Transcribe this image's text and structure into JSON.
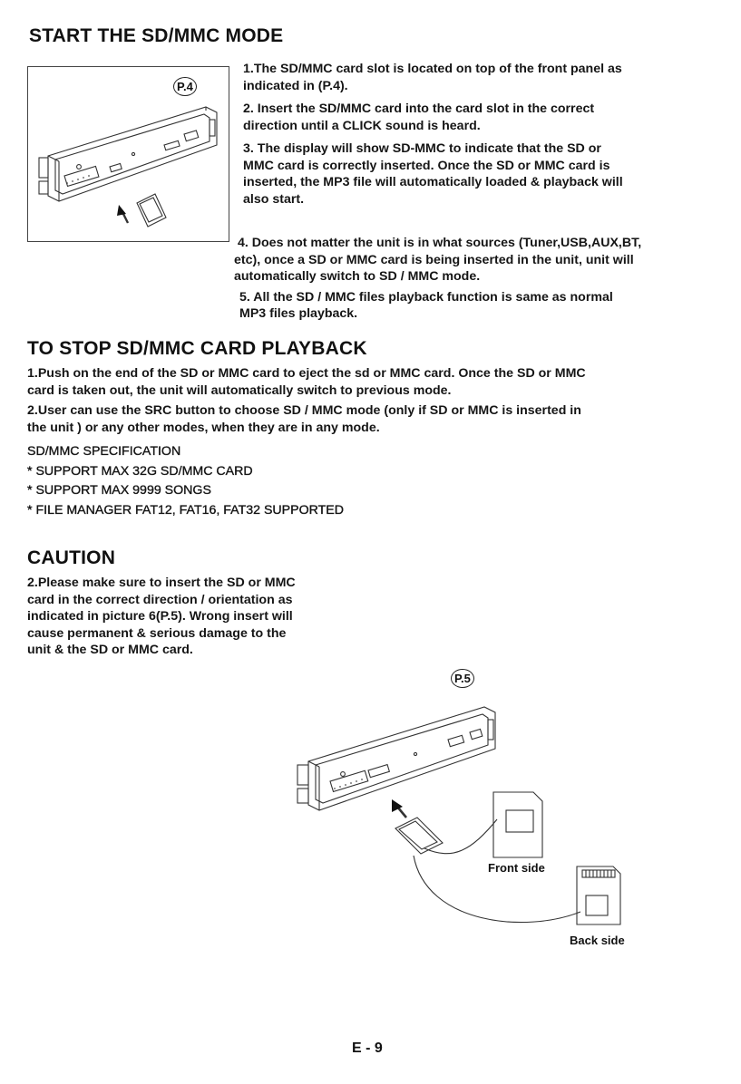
{
  "section_start": {
    "title": "START THE SD/MMC MODE",
    "figure_label": "P.4",
    "items": [
      [
        "1.The SD/MMC card slot is located on top of the front panel as",
        "indicated in (P.4)."
      ],
      [
        "2. Insert the SD/MMC card into the card slot in the correct",
        "direction until a CLICK sound is heard."
      ],
      [
        "3. The display will show SD-MMC  to indicate that the SD or",
        "MMC card is correctly inserted. Once the SD or MMC card is",
        "inserted, the MP3 file will automatically loaded & playback will",
        "also start."
      ],
      [
        "4. Does not matter the unit is in what sources (Tuner,USB,AUX,BT,",
        "etc), once a SD or MMC card is being inserted in the unit, unit will",
        "automatically switch to SD / MMC mode."
      ],
      [
        "5. All the SD / MMC files playback function is same as normal",
        " MP3 files playback."
      ]
    ]
  },
  "section_stop": {
    "title": "TO STOP SD/MMC CARD PLAYBACK",
    "items": [
      [
        "1.Push on the end of the SD or MMC card to eject the sd or MMC card. Once the SD or MMC",
        "card is taken out, the unit will automatically switch to previous mode."
      ],
      [
        "2.User can use the SRC button to choose SD / MMC mode (only if SD or MMC is inserted in",
        "the unit ) or any other modes, when they are in any mode."
      ]
    ],
    "spec_lines": [
      "SD/MMC SPECIFICATION",
      "* SUPPORT MAX 32G SD/MMC CARD",
      "* SUPPORT MAX 9999 SONGS",
      "* FILE MANAGER FAT12, FAT16, FAT32 SUPPORTED"
    ]
  },
  "section_caution": {
    "title": "CAUTION",
    "lines": [
      "2.Please make sure to insert the SD or MMC",
      "card in the correct direction / orientation as",
      "indicated in picture 6(P.5). Wrong insert will",
      "cause permanent & serious damage to the",
      "unit & the SD or MMC card."
    ],
    "figure_label": "P.5",
    "front_label": "Front side",
    "back_label": "Back side"
  },
  "page_number": "E - 9"
}
